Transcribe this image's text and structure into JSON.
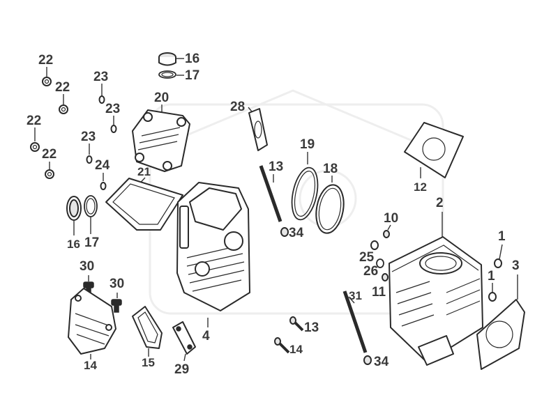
{
  "diagram": {
    "parts": [
      {
        "id": "p1a",
        "label": "1"
      },
      {
        "id": "p1b",
        "label": "1"
      },
      {
        "id": "p2",
        "label": "2"
      },
      {
        "id": "p3",
        "label": "3"
      },
      {
        "id": "p4",
        "label": "4"
      },
      {
        "id": "p10a",
        "label": "10"
      },
      {
        "id": "p10b",
        "label": "10"
      },
      {
        "id": "p11",
        "label": "11"
      },
      {
        "id": "p12",
        "label": "12"
      },
      {
        "id": "p13a",
        "label": "13"
      },
      {
        "id": "p13b",
        "label": "13"
      },
      {
        "id": "p14",
        "label": "14"
      },
      {
        "id": "p15",
        "label": "15"
      },
      {
        "id": "p16a",
        "label": "16"
      },
      {
        "id": "p16b",
        "label": "16"
      },
      {
        "id": "p17a",
        "label": "17"
      },
      {
        "id": "p17b",
        "label": "17"
      },
      {
        "id": "p18",
        "label": "18"
      },
      {
        "id": "p19",
        "label": "19"
      },
      {
        "id": "p20",
        "label": "20"
      },
      {
        "id": "p21",
        "label": "21"
      },
      {
        "id": "p22a",
        "label": "22"
      },
      {
        "id": "p22b",
        "label": "22"
      },
      {
        "id": "p22c",
        "label": "22"
      },
      {
        "id": "p22d",
        "label": "22"
      },
      {
        "id": "p23a",
        "label": "23"
      },
      {
        "id": "p23b",
        "label": "23"
      },
      {
        "id": "p23c",
        "label": "23"
      },
      {
        "id": "p24",
        "label": "24"
      },
      {
        "id": "p25",
        "label": "25"
      },
      {
        "id": "p26",
        "label": "26"
      },
      {
        "id": "p28",
        "label": "28"
      },
      {
        "id": "p29",
        "label": "29"
      },
      {
        "id": "p30a",
        "label": "30"
      },
      {
        "id": "p30b",
        "label": "30"
      },
      {
        "id": "p31",
        "label": "31"
      },
      {
        "id": "p34a",
        "label": "34"
      },
      {
        "id": "p34b",
        "label": "34"
      }
    ]
  }
}
